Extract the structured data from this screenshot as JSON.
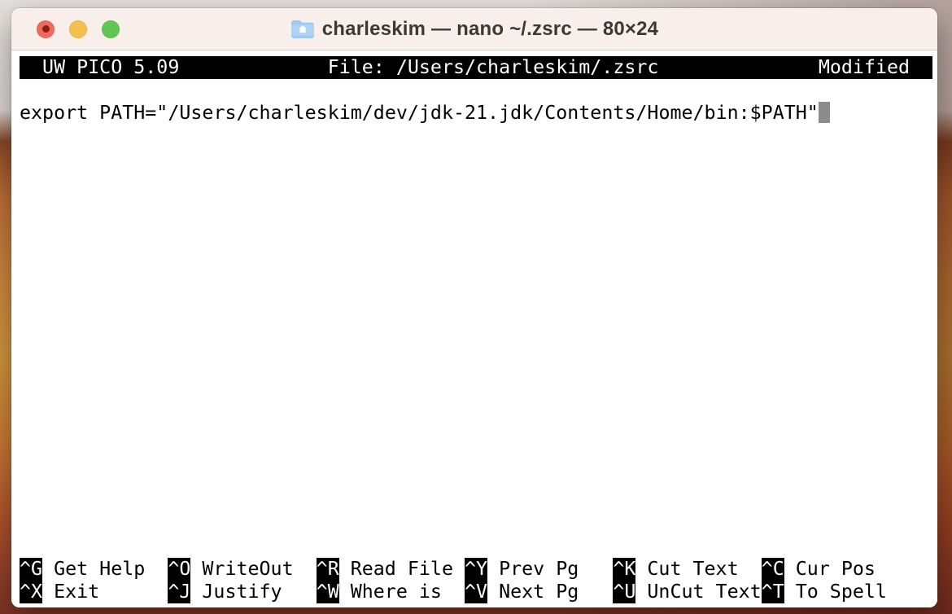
{
  "window": {
    "title": "charleskim — nano ~/.zsrc — 80×24"
  },
  "nano": {
    "version": "UW PICO 5.09",
    "file_label": "File: /Users/charleskim/.zsrc",
    "status": "Modified",
    "buffer_line": "export PATH=\"/Users/charleskim/dev/jdk-21.jdk/Contents/Home/bin:$PATH\"",
    "shortcuts_row1": [
      {
        "key": "^G",
        "label": "Get Help"
      },
      {
        "key": "^O",
        "label": "WriteOut"
      },
      {
        "key": "^R",
        "label": "Read File"
      },
      {
        "key": "^Y",
        "label": "Prev Pg"
      },
      {
        "key": "^K",
        "label": "Cut Text"
      },
      {
        "key": "^C",
        "label": "Cur Pos"
      }
    ],
    "shortcuts_row2": [
      {
        "key": "^X",
        "label": "Exit"
      },
      {
        "key": "^J",
        "label": "Justify"
      },
      {
        "key": "^W",
        "label": "Where is"
      },
      {
        "key": "^V",
        "label": "Next Pg"
      },
      {
        "key": "^U",
        "label": "UnCut Text"
      },
      {
        "key": "^T",
        "label": "To Spell"
      }
    ]
  },
  "colors": {
    "titlebar_bg": "#f8eeea",
    "title_fg": "#3b3836",
    "terminal_bg": "#ffffff",
    "terminal_fg": "#000000",
    "nano_bar_bg": "#000000",
    "nano_bar_fg": "#ffffff",
    "cursor": "#8c8c8c",
    "traffic_red": "#ec6a5e",
    "traffic_yellow": "#f5bf4f",
    "traffic_green": "#61c554",
    "edited_dot": "#8c1d10",
    "folder_icon_blue": "#9ec9ef"
  }
}
